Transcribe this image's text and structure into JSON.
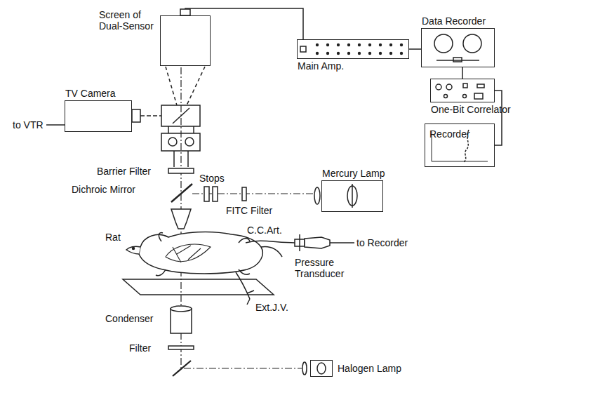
{
  "diagram": {
    "nodes": [
      {
        "text": [
          "Screen of Dual-Sensor"
        ]
      },
      {
        "text": [
          "Main Amp."
        ]
      },
      {
        "text": [
          "Data Recorder"
        ]
      },
      {
        "text": [
          "One-Bit Correlator"
        ]
      },
      {
        "text": [
          "Recorder"
        ]
      },
      {
        "text": [
          "TV Camera"
        ]
      },
      {
        "text": [
          "Mercury Lamp"
        ]
      },
      {
        "text": [
          "Halogen Lamp"
        ]
      }
    ],
    "edges": [
      {
        "from": 0,
        "to": 1,
        "arrow": "none"
      },
      {
        "from": 1,
        "to": 2,
        "arrow": "none"
      },
      {
        "from": 2,
        "to": 3,
        "arrow": "none"
      },
      {
        "from": 3,
        "to": 4,
        "arrow": "none"
      }
    ],
    "labels": [
      "to VTR",
      "Barrier Filter",
      "Stops",
      "Dichroic Mirror",
      "FITC Filter",
      "Rat",
      "C.C.Art.",
      "Pressure Transducer",
      "to Recorder",
      "Ext.J.V.",
      "Condenser",
      "Filter"
    ]
  }
}
